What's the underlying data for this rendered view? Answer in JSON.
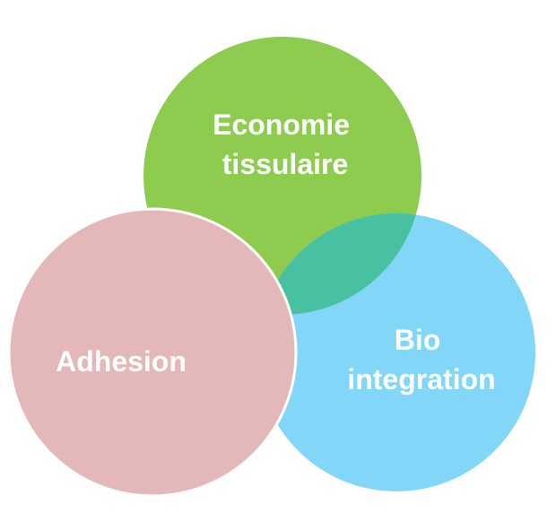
{
  "diagram": {
    "type": "venn",
    "sets": [
      {
        "id": "top",
        "lines": [
          "Economie",
          "tissulaire"
        ],
        "color": "#8dcc4f"
      },
      {
        "id": "right",
        "lines": [
          "Bio",
          "integration"
        ],
        "color": "#82d6f8"
      },
      {
        "id": "left",
        "lines": [
          "Adhesion"
        ],
        "color": "#e4b7b8"
      }
    ],
    "overlap_top_right_color": "#48c1a2"
  }
}
